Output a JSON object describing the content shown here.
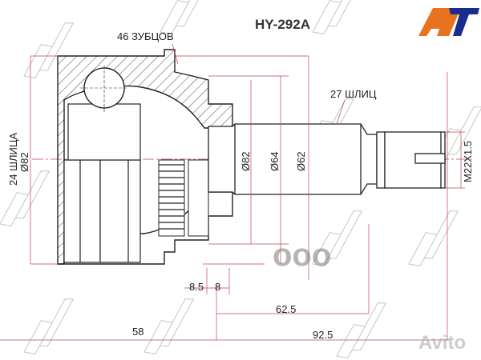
{
  "title": "HY-292A",
  "brand_logo": {
    "name": "AT-logo",
    "colors": {
      "orange": "#E8731E",
      "blue": "#1A2C8C"
    }
  },
  "watermarks": {
    "pattern": "SAT",
    "registered": "®",
    "center": "ооо",
    "corner": "Avito"
  },
  "colors": {
    "drawing": "#222222",
    "dimension": "#C8404A",
    "watermark": "#BBBBBB"
  },
  "labels": {
    "teeth": "46 ЗУБЦОВ",
    "splines_outer": "27 ШЛИЦ",
    "splines_inner": "24 ШЛИЦА",
    "dia_outer_left": "Ø82",
    "dia_82": "Ø82",
    "dia_64": "Ø64",
    "dia_62": "Ø62",
    "thread": "M22X1.5"
  },
  "dimensions": {
    "d1": "8.5",
    "d2": "8",
    "d3": "62.5",
    "d4": "58",
    "d5": "92.5"
  }
}
